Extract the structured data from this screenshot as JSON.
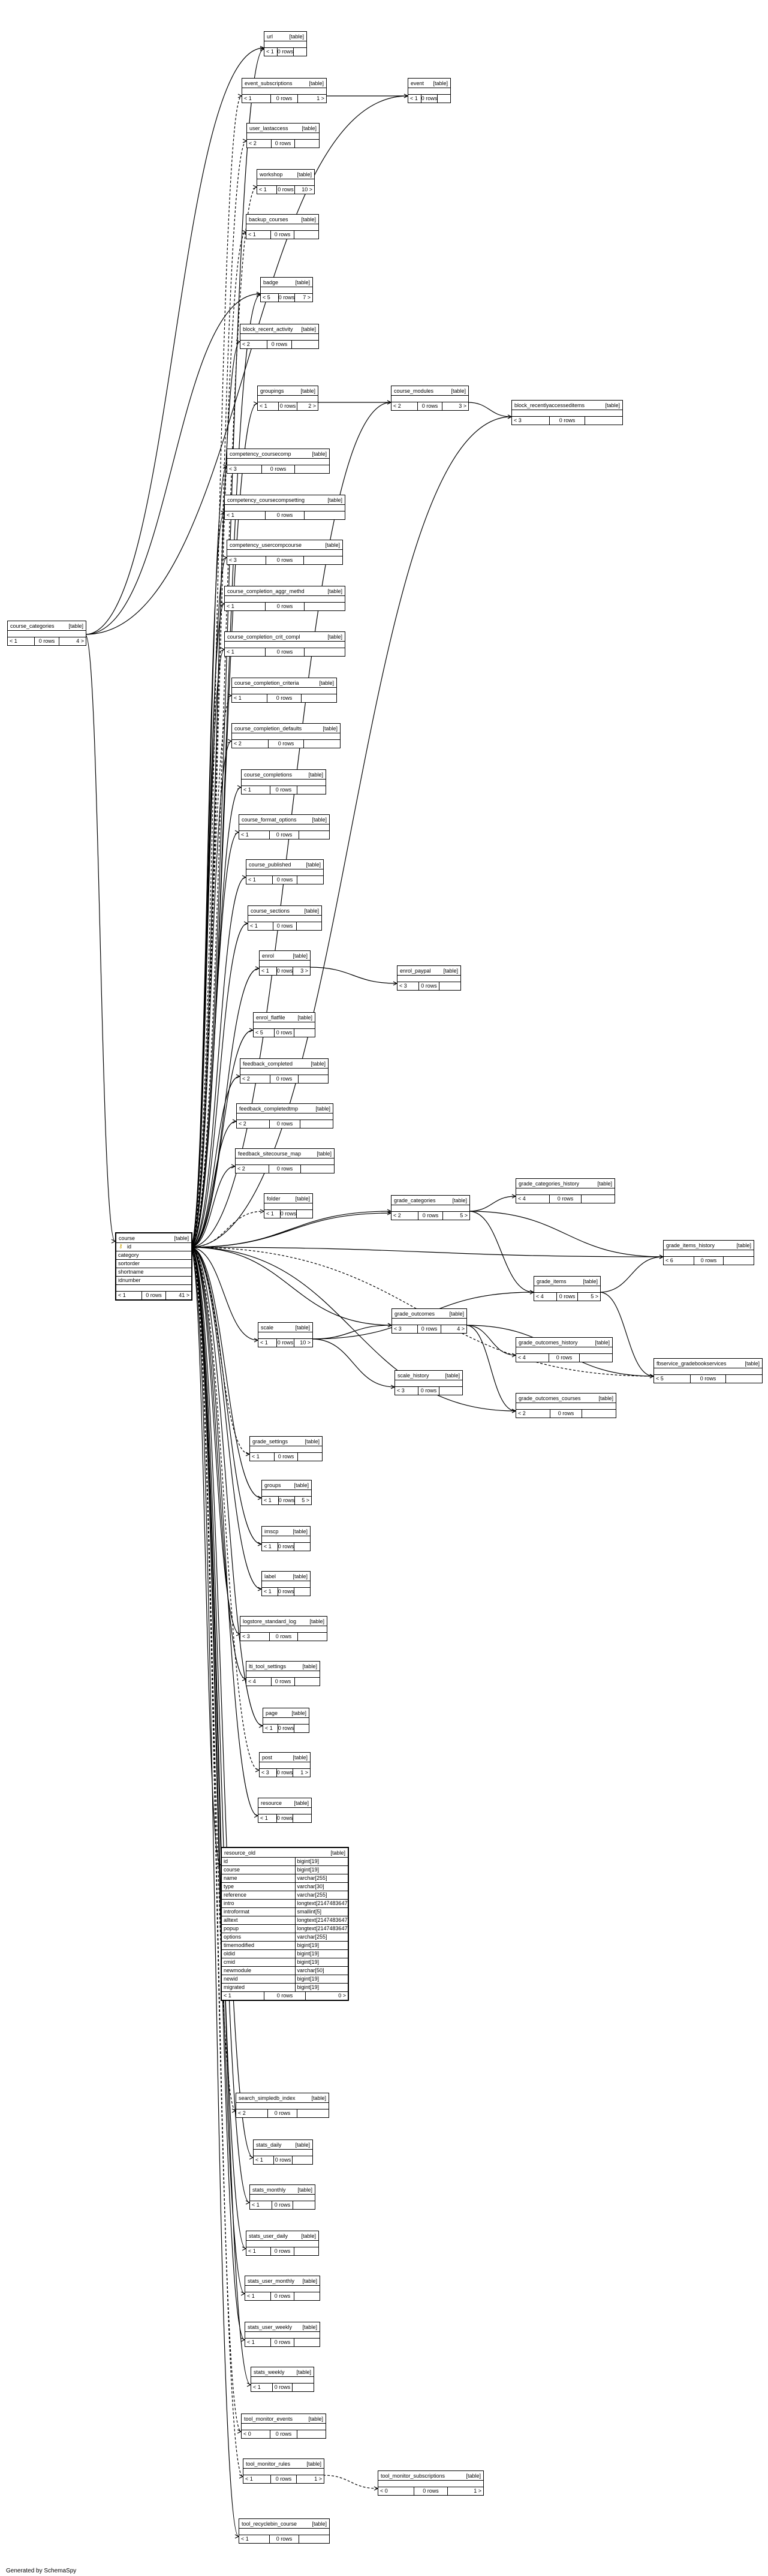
{
  "credit": "Generated by SchemaSpy",
  "tag": "[table]",
  "tables": [
    {
      "name": "url",
      "parents": "< 1",
      "rows": "0 rows",
      "children": ""
    },
    {
      "name": "event_subscriptions",
      "parents": "< 1",
      "rows": "0 rows",
      "children": "1 >"
    },
    {
      "name": "event",
      "parents": "< 1",
      "rows": "0 rows",
      "children": ""
    },
    {
      "name": "user_lastaccess",
      "parents": "< 2",
      "rows": "0 rows",
      "children": ""
    },
    {
      "name": "workshop",
      "parents": "< 1",
      "rows": "0 rows",
      "children": "10 >"
    },
    {
      "name": "backup_courses",
      "parents": "< 1",
      "rows": "0 rows",
      "children": ""
    },
    {
      "name": "badge",
      "parents": "< 5",
      "rows": "0 rows",
      "children": "7 >"
    },
    {
      "name": "block_recent_activity",
      "parents": "< 2",
      "rows": "0 rows",
      "children": ""
    },
    {
      "name": "groupings",
      "parents": "< 1",
      "rows": "0 rows",
      "children": "2 >"
    },
    {
      "name": "course_modules",
      "parents": "< 2",
      "rows": "0 rows",
      "children": "3 >"
    },
    {
      "name": "block_recentlyaccesseditems",
      "parents": "< 3",
      "rows": "0 rows",
      "children": ""
    },
    {
      "name": "competency_coursecomp",
      "parents": "< 3",
      "rows": "0 rows",
      "children": ""
    },
    {
      "name": "competency_coursecompsetting",
      "parents": "< 1",
      "rows": "0 rows",
      "children": ""
    },
    {
      "name": "competency_usercompcourse",
      "parents": "< 3",
      "rows": "0 rows",
      "children": ""
    },
    {
      "name": "course_categories",
      "parents": "< 1",
      "rows": "0 rows",
      "children": "4 >"
    },
    {
      "name": "course_completion_aggr_methd",
      "parents": "< 1",
      "rows": "0 rows",
      "children": ""
    },
    {
      "name": "course_completion_crit_compl",
      "parents": "< 1",
      "rows": "0 rows",
      "children": ""
    },
    {
      "name": "course_completion_criteria",
      "parents": "< 1",
      "rows": "0 rows",
      "children": ""
    },
    {
      "name": "course_completion_defaults",
      "parents": "< 2",
      "rows": "0 rows",
      "children": ""
    },
    {
      "name": "course_completions",
      "parents": "< 1",
      "rows": "0 rows",
      "children": ""
    },
    {
      "name": "course_format_options",
      "parents": "< 1",
      "rows": "0 rows",
      "children": ""
    },
    {
      "name": "course_published",
      "parents": "< 1",
      "rows": "0 rows",
      "children": ""
    },
    {
      "name": "course_sections",
      "parents": "< 1",
      "rows": "0 rows",
      "children": ""
    },
    {
      "name": "enrol",
      "parents": "< 1",
      "rows": "0 rows",
      "children": "3 >"
    },
    {
      "name": "enrol_paypal",
      "parents": "< 3",
      "rows": "0 rows",
      "children": ""
    },
    {
      "name": "enrol_flatfile",
      "parents": "< 5",
      "rows": "0 rows",
      "children": ""
    },
    {
      "name": "feedback_completed",
      "parents": "< 2",
      "rows": "0 rows",
      "children": ""
    },
    {
      "name": "feedback_completedtmp",
      "parents": "< 2",
      "rows": "0 rows",
      "children": ""
    },
    {
      "name": "feedback_sitecourse_map",
      "parents": "< 2",
      "rows": "0 rows",
      "children": ""
    },
    {
      "name": "folder",
      "parents": "< 1",
      "rows": "0 rows",
      "children": ""
    },
    {
      "name": "grade_categories",
      "parents": "< 2",
      "rows": "0 rows",
      "children": "5 >"
    },
    {
      "name": "grade_categories_history",
      "parents": "< 4",
      "rows": "0 rows",
      "children": ""
    },
    {
      "name": "grade_items_history",
      "parents": "< 6",
      "rows": "0 rows",
      "children": ""
    },
    {
      "name": "grade_items",
      "parents": "< 4",
      "rows": "0 rows",
      "children": "5 >"
    },
    {
      "name": "scale",
      "parents": "< 1",
      "rows": "0 rows",
      "children": "10 >"
    },
    {
      "name": "grade_outcomes",
      "parents": "< 3",
      "rows": "0 rows",
      "children": "4 >"
    },
    {
      "name": "grade_outcomes_history",
      "parents": "< 4",
      "rows": "0 rows",
      "children": ""
    },
    {
      "name": "fbservice_gradebookservices",
      "parents": "< 5",
      "rows": "0 rows",
      "children": ""
    },
    {
      "name": "scale_history",
      "parents": "< 3",
      "rows": "0 rows",
      "children": ""
    },
    {
      "name": "grade_outcomes_courses",
      "parents": "< 2",
      "rows": "0 rows",
      "children": ""
    },
    {
      "name": "grade_settings",
      "parents": "< 1",
      "rows": "0 rows",
      "children": ""
    },
    {
      "name": "groups",
      "parents": "< 1",
      "rows": "0 rows",
      "children": "5 >"
    },
    {
      "name": "imscp",
      "parents": "< 1",
      "rows": "0 rows",
      "children": ""
    },
    {
      "name": "label",
      "parents": "< 1",
      "rows": "0 rows",
      "children": ""
    },
    {
      "name": "logstore_standard_log",
      "parents": "< 3",
      "rows": "0 rows",
      "children": ""
    },
    {
      "name": "lti_tool_settings",
      "parents": "< 4",
      "rows": "0 rows",
      "children": ""
    },
    {
      "name": "page",
      "parents": "< 1",
      "rows": "0 rows",
      "children": ""
    },
    {
      "name": "post",
      "parents": "< 3",
      "rows": "0 rows",
      "children": "1 >"
    },
    {
      "name": "resource",
      "parents": "< 1",
      "rows": "0 rows",
      "children": ""
    },
    {
      "name": "search_simpledb_index",
      "parents": "< 2",
      "rows": "0 rows",
      "children": ""
    },
    {
      "name": "stats_daily",
      "parents": "< 1",
      "rows": "0 rows",
      "children": ""
    },
    {
      "name": "stats_monthly",
      "parents": "< 1",
      "rows": "0 rows",
      "children": ""
    },
    {
      "name": "stats_user_daily",
      "parents": "< 1",
      "rows": "0 rows",
      "children": ""
    },
    {
      "name": "stats_user_monthly",
      "parents": "< 1",
      "rows": "0 rows",
      "children": ""
    },
    {
      "name": "stats_user_weekly",
      "parents": "< 1",
      "rows": "0 rows",
      "children": ""
    },
    {
      "name": "stats_weekly",
      "parents": "< 1",
      "rows": "0 rows",
      "children": ""
    },
    {
      "name": "tool_monitor_events",
      "parents": "< 0",
      "rows": "0 rows",
      "children": ""
    },
    {
      "name": "tool_monitor_rules",
      "parents": "< 1",
      "rows": "0 rows",
      "children": "1 >"
    },
    {
      "name": "tool_monitor_subscriptions",
      "parents": "< 0",
      "rows": "0 rows",
      "children": "1 >"
    },
    {
      "name": "tool_recyclebin_course",
      "parents": "< 1",
      "rows": "0 rows",
      "children": ""
    }
  ],
  "course": {
    "name": "course",
    "columns": [
      "id",
      "category",
      "sortorder",
      "shortname",
      "idnumber"
    ],
    "parents": "< 1",
    "rows": "0 rows",
    "children": "41 >"
  },
  "resource_old": {
    "name": "resource_old",
    "columns": [
      {
        "n": "id",
        "t": "bigint[19]"
      },
      {
        "n": "course",
        "t": "bigint[19]"
      },
      {
        "n": "name",
        "t": "varchar[255]"
      },
      {
        "n": "type",
        "t": "varchar[30]"
      },
      {
        "n": "reference",
        "t": "varchar[255]"
      },
      {
        "n": "intro",
        "t": "longtext[2147483647]"
      },
      {
        "n": "introformat",
        "t": "smallint[5]"
      },
      {
        "n": "alltext",
        "t": "longtext[2147483647]"
      },
      {
        "n": "popup",
        "t": "longtext[2147483647]"
      },
      {
        "n": "options",
        "t": "varchar[255]"
      },
      {
        "n": "timemodified",
        "t": "bigint[19]"
      },
      {
        "n": "oldid",
        "t": "bigint[19]"
      },
      {
        "n": "cmid",
        "t": "bigint[19]"
      },
      {
        "n": "newmodule",
        "t": "varchar[50]"
      },
      {
        "n": "newid",
        "t": "bigint[19]"
      },
      {
        "n": "migrated",
        "t": "bigint[19]"
      }
    ],
    "parents": "< 1",
    "rows": "0 rows",
    "children": "0 >"
  }
}
